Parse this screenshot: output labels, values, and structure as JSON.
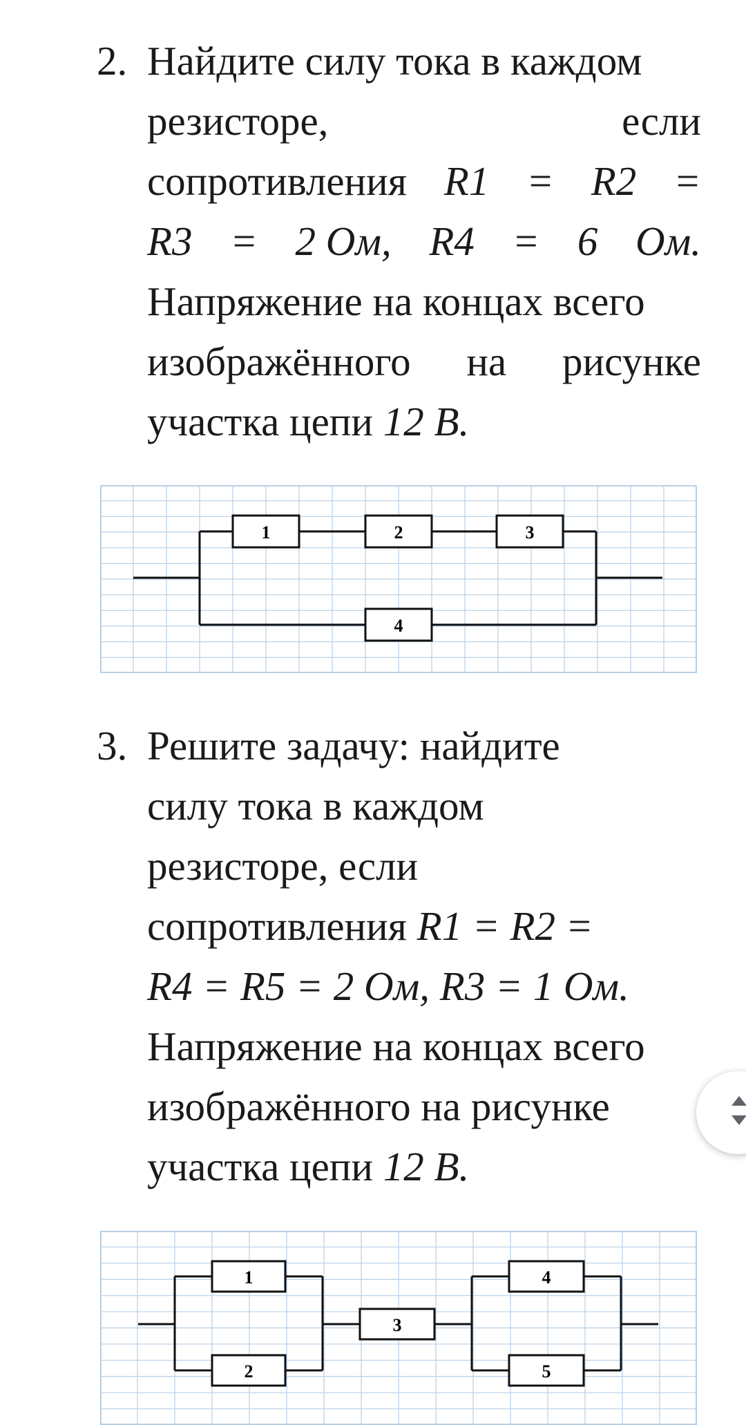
{
  "problem2": {
    "number": "2.",
    "lines": [
      [
        "Найдите силу тока в каждом"
      ],
      [
        "резисторе,",
        "если"
      ],
      [
        "сопротивления",
        "R1",
        "=",
        "R2",
        "="
      ],
      [
        "R3",
        "=",
        "2 Ом,",
        "R4",
        "=",
        "6",
        "Ом."
      ],
      [
        "Напряжение на концах всего"
      ],
      [
        "изображённого",
        "на",
        "рисунке"
      ],
      [
        "участка цепи ",
        "12 В."
      ]
    ],
    "resistors": [
      "1",
      "2",
      "3",
      "4"
    ]
  },
  "problem3": {
    "number": "3.",
    "lines": [
      "Решите задачу: найдите",
      "силу тока в каждом",
      "резисторе, если",
      "сопротивления ",
      "R1 = R2 =",
      "R4 = R5 = 2 Ом, R3 = 1 Ом.",
      "Напряжение на концах всего",
      "изображённого на рисунке",
      "участка цепи ",
      "12 В."
    ],
    "resistors": [
      "1",
      "2",
      "3",
      "4",
      "5"
    ]
  },
  "colors": {
    "grid": "#b8cfe6",
    "wire": "#111111",
    "text": "#1a1a1a"
  },
  "icons": {
    "scroll": "scroll-up-down-icon"
  }
}
